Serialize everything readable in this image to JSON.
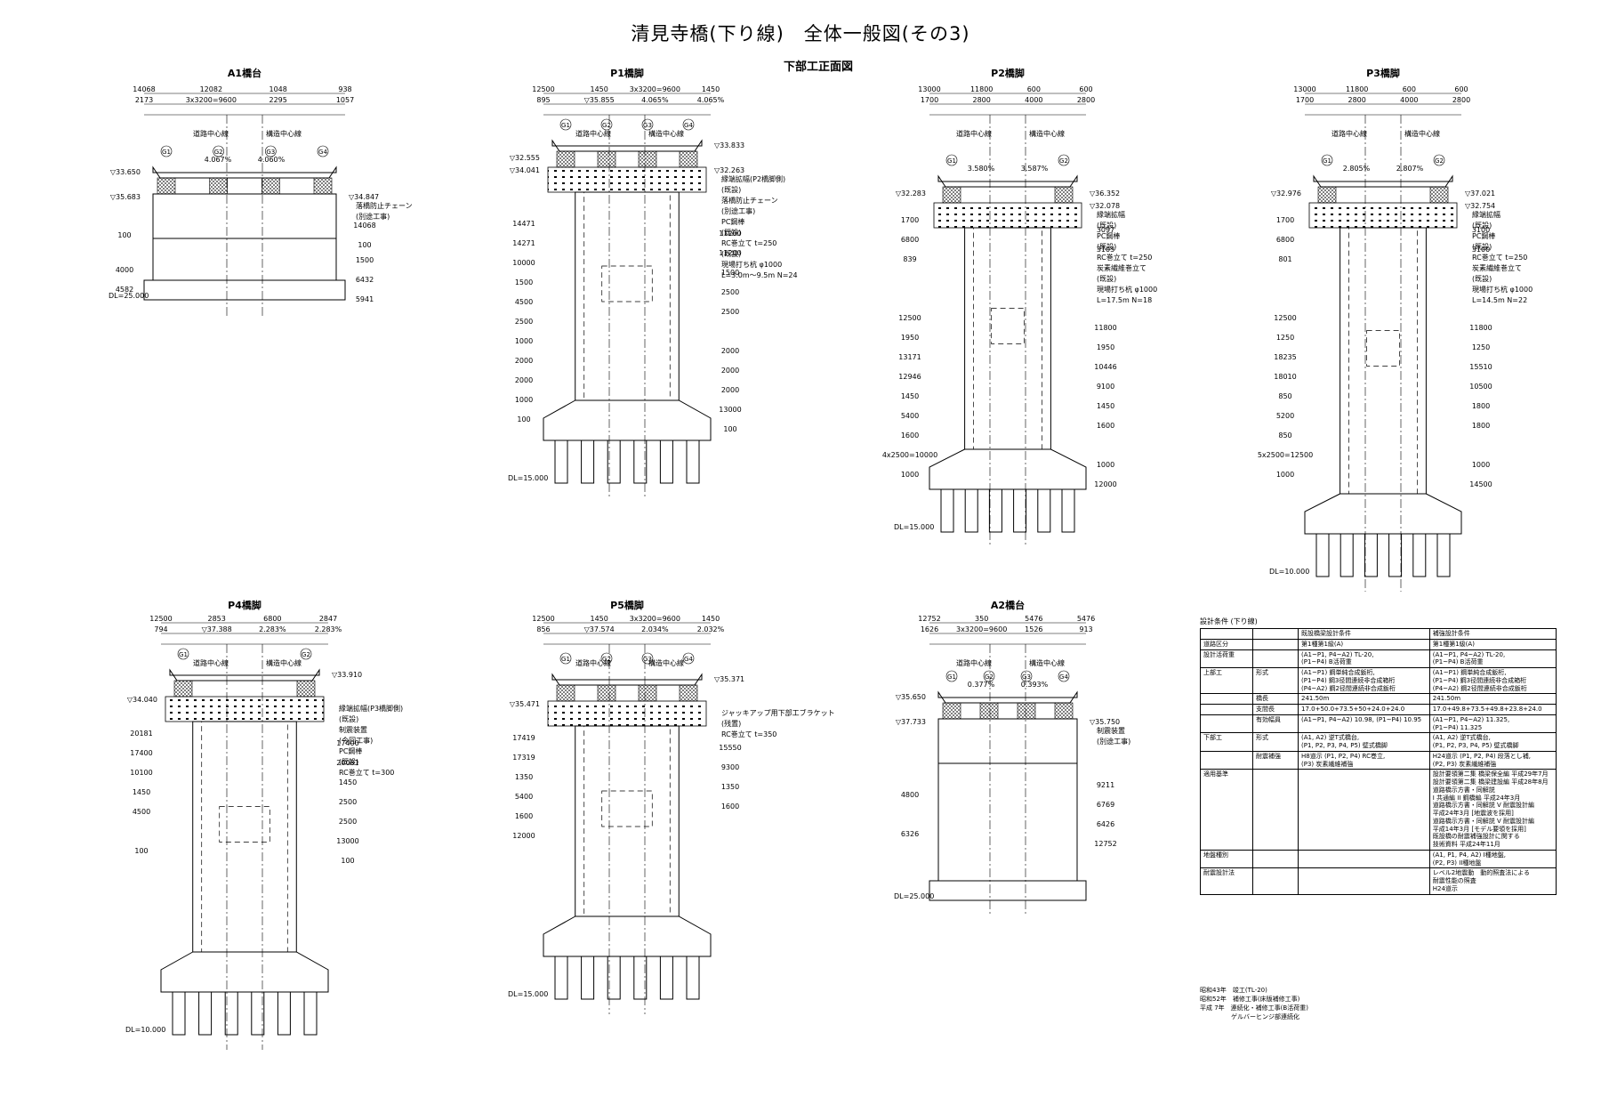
{
  "title": "清見寺橋(下り線)　全体一般図(その3)",
  "subtitle": "下部工正面図",
  "piers": [
    {
      "name": "A1橋台",
      "notes": [
        "道路中心線",
        "構造中心線",
        "落橋防止チェーン",
        "(別途工事)"
      ],
      "dims": [
        "14068",
        "12082",
        "1048",
        "938",
        "2173",
        "3x3200=9600",
        "2295",
        "1057",
        "▽35.683",
        "4.060%",
        "4.067%",
        "▽34.847",
        "▽33.650",
        "1500",
        "4000",
        "6432",
        "4582",
        "5941",
        "DL=25.000",
        "14068",
        "100",
        "100",
        "G1",
        "G2",
        "G3",
        "G4"
      ]
    },
    {
      "name": "P1橋脚",
      "notes": [
        "道路中心線",
        "構造中心線",
        "縁端拡幅(P2橋脚側)",
        "(既設)",
        "落橋防止チェーン",
        "(別途工事)",
        "PC鋼棒",
        "(既設)",
        "RC巻立て t=250",
        "(既設)",
        "現場打ち杭 φ1000",
        "L=3.0m～9.5m N=24"
      ],
      "dims": [
        "12500",
        "1450",
        "3x3200=9600",
        "1450",
        "895",
        "▽35.855",
        "4.065%",
        "4.065%",
        "▽34.041",
        "▽33.833",
        "▽32.555",
        "▽32.263",
        "14471",
        "11200",
        "14271",
        "11200",
        "10000",
        "1500",
        "1500",
        "2500",
        "4500",
        "2500",
        "2500",
        "DL=15.000",
        "1000",
        "2000",
        "2000",
        "2000",
        "2000",
        "2000",
        "1000",
        "13000",
        "100",
        "100",
        "G1",
        "G2",
        "G3",
        "G4"
      ]
    },
    {
      "name": "P2橋脚",
      "notes": [
        "道路中心線",
        "構造中心線",
        "縁端拡幅",
        "(既設)",
        "PC鋼棒",
        "(既設)",
        "RC巻立て t=250",
        "炭素繊維巻立て",
        "(既設)",
        "現場打ち杭 φ1000",
        "L=17.5m N=18"
      ],
      "dims": [
        "13000",
        "11800",
        "600",
        "600",
        "1700",
        "2800",
        "4000",
        "2800",
        "1700",
        "3097",
        "6800",
        "3103",
        "839",
        "▽36.352",
        "3.580%",
        "3.587%",
        "▽32.283",
        "▽32.078",
        "12500",
        "11800",
        "1950",
        "1950",
        "13171",
        "10446",
        "12946",
        "9100",
        "1450",
        "1450",
        "5400",
        "1600",
        "1600",
        "DL=15.000",
        "4x2500=10000",
        "1000",
        "1000",
        "12000",
        "G1",
        "G2"
      ]
    },
    {
      "name": "P3橋脚",
      "notes": [
        "道路中心線",
        "構造中心線",
        "縁端拡幅",
        "(既設)",
        "PC鋼棒",
        "(既設)",
        "RC巻立て t=250",
        "炭素繊維巻立て",
        "(既設)",
        "現場打ち杭 φ1000",
        "L=14.5m N=22"
      ],
      "dims": [
        "13000",
        "11800",
        "600",
        "600",
        "1700",
        "2800",
        "4000",
        "2800",
        "1700",
        "3100",
        "6800",
        "3100",
        "801",
        "▽37.021",
        "2.805%",
        "2.807%",
        "▽32.976",
        "▽32.754",
        "12500",
        "11800",
        "1250",
        "1250",
        "18235",
        "15510",
        "18010",
        "10500",
        "850",
        "1800",
        "5200",
        "1800",
        "850",
        "DL=10.000",
        "5x2500=12500",
        "1000",
        "1000",
        "14500",
        "G1",
        "G2"
      ]
    },
    {
      "name": "P4橋脚",
      "notes": [
        "道路中心線",
        "構造中心線",
        "縁端拡幅(P3橋脚側)",
        "(既設)",
        "制震装置",
        "(今回工事)",
        "PC鋼棒",
        "(既設)",
        "RC巻立て t=300"
      ],
      "dims": [
        "12500",
        "2853",
        "6800",
        "2847",
        "794",
        "▽37.388",
        "2.283%",
        "2.283%",
        "▽34.040",
        "▽33.910",
        "20181",
        "17400",
        "17400",
        "20081",
        "10100",
        "1450",
        "1450",
        "2500",
        "4500",
        "2500",
        "DL=10.000",
        "13000",
        "100",
        "100",
        "G1",
        "G2"
      ]
    },
    {
      "name": "P5橋脚",
      "notes": [
        "道路中心線",
        "構造中心線",
        "ジャッキアップ用下部工ブラケット",
        "(残置)",
        "RC巻立て t=350"
      ],
      "dims": [
        "12500",
        "1450",
        "3x3200=9600",
        "1450",
        "856",
        "▽37.574",
        "2.034%",
        "2.032%",
        "▽35.471",
        "▽35.371",
        "17419",
        "15550",
        "17319",
        "9300",
        "1350",
        "1350",
        "5400",
        "1600",
        "1600",
        "DL=15.000",
        "12000",
        "G1",
        "G2",
        "G3",
        "G4"
      ]
    },
    {
      "name": "A2橋台",
      "notes": [
        "道路中心線",
        "構造中心線",
        "制震装置",
        "(別途工事)"
      ],
      "dims": [
        "12752",
        "350",
        "5476",
        "5476",
        "1626",
        "3x3200=9600",
        "1526",
        "913",
        "▽37.733",
        "0.393%",
        "0.377%",
        "▽35.750",
        "▽35.650",
        "9211",
        "4800",
        "6769",
        "DL=25.000",
        "6426",
        "6326",
        "12752",
        "G1",
        "G2",
        "G3",
        "G4"
      ]
    }
  ],
  "conditions": {
    "caption": "設計条件 (下り線)",
    "headers": [
      "",
      "",
      "既設橋梁設計条件",
      "補強設計条件"
    ],
    "rows": [
      [
        "道路区分",
        "",
        "第1種第1級(A)",
        "第1種第1級(A)"
      ],
      [
        "設計活荷重",
        "",
        "(A1~P1, P4~A2) TL-20,\n(P1~P4) B活荷重",
        "(A1~P1, P4~A2) TL-20,\n(P1~P4) B活荷重"
      ],
      [
        "上部工",
        "形式",
        "(A1~P1) 鋼単純合成鈑桁,\n(P1~P4) 鋼3径間連続非合成箱桁\n(P4~A2) 鋼2径間連続非合成鈑桁",
        "(A1~P1) 鋼単純合成鈑桁,\n(P1~P4) 鋼3径間連続非合成箱桁\n(P4~A2) 鋼2径間連続非合成鈑桁"
      ],
      [
        "",
        "橋長",
        "241.50m",
        "241.50m"
      ],
      [
        "",
        "支間長",
        "17.0+50.0+73.5+50+24.0+24.0",
        "17.0+49.8+73.5+49.8+23.8+24.0"
      ],
      [
        "",
        "有効幅員",
        "(A1~P1, P4~A2) 10.98, (P1~P4) 10.95",
        "(A1~P1, P4~A2) 11.325,\n(P1~P4) 11.325"
      ],
      [
        "下部工",
        "形式",
        "(A1, A2) 逆T式橋台,\n(P1, P2, P3, P4, P5) 壁式橋脚",
        "(A1, A2) 逆T式橋台,\n(P1, P2, P3, P4, P5) 壁式橋脚"
      ],
      [
        "",
        "耐震補強",
        "H8道示 (P1, P2, P4) RC巻立,\n(P3) 炭素繊維補強",
        "H24道示 (P1, P2, P4) 段落とし補,\n(P2, P3) 炭素繊維補強"
      ],
      [
        "適用基準",
        "",
        "",
        "設計要領第二集 橋梁保全編 平成29年7月\n設計要領第二集 橋梁建設編 平成28年8月\n道路橋示方書・同解説\nI 共通編 II 鋼橋編 平成24年3月\n道路橋示方書・同解説 V 耐震設計編\n平成24年3月 [地震波を採用]\n道路橋示方書・同解説 V 耐震設計編\n平成14年3月 [モデル要領を採用]\n既設橋の耐震補強設計に関する\n技術資料 平成24年11月"
      ],
      [
        "地盤種別",
        "",
        "",
        "(A1, P1, P4, A2) I種地盤,\n(P2, P3) II種地盤"
      ],
      [
        "耐震設計法",
        "",
        "",
        "レベル2地震動　動的照査法による\n耐震性能の照査\nH24道示"
      ]
    ]
  },
  "history": [
    "昭和43年　竣工(TL-20)",
    "昭和52年　補修工事(床版補修工事)",
    "平成 7年　連続化・補修工事(B活荷重)",
    "　　　　　ゲルバーヒンジ部連続化"
  ]
}
